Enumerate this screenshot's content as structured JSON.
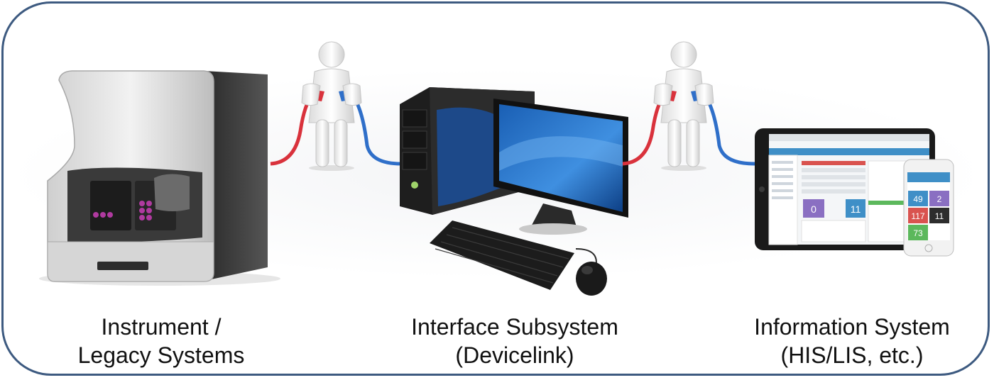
{
  "labels": {
    "instrument": {
      "line1": "Instrument /",
      "line2": "Legacy Systems"
    },
    "interface": {
      "line1": "Interface Subsystem",
      "line2": "(Devicelink)"
    },
    "information": {
      "line1": "Information System",
      "line2": "(HIS/LIS, etc.)"
    }
  },
  "tablet": {
    "stats": [
      "0",
      "11"
    ]
  },
  "phone": {
    "stats": [
      "49",
      "2",
      "117",
      "11",
      "73"
    ]
  },
  "colors": {
    "frame": "#3d5a80",
    "cable_red": "#d9323c",
    "cable_blue": "#2f6fc9"
  }
}
